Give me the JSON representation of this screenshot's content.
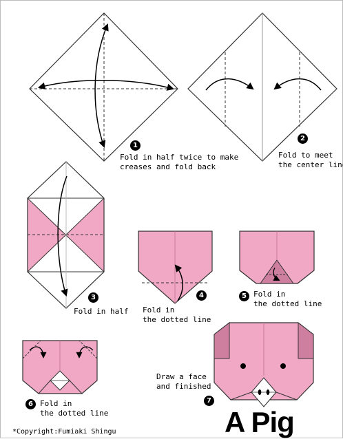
{
  "colors": {
    "paper_pink": "#f0a8c4",
    "fold_dark_pink": "#ce7fa0",
    "line": "#333333",
    "background": "#ffffff"
  },
  "steps": [
    {
      "number": "1",
      "text": "Fold in half twice to make\ncreases and fold back"
    },
    {
      "number": "2",
      "text": "Fold to meet\nthe center line"
    },
    {
      "number": "3",
      "text": "Fold in half"
    },
    {
      "number": "4",
      "text": "Fold in\nthe dotted line"
    },
    {
      "number": "5",
      "text": "Fold in\nthe dotted line"
    },
    {
      "number": "6",
      "text": "Fold in\nthe dotted line"
    },
    {
      "number": "7",
      "text": "Draw a face\nand finished"
    }
  ],
  "title": "A Pig",
  "copyright": "*Copyright:Fumiaki Shingu"
}
